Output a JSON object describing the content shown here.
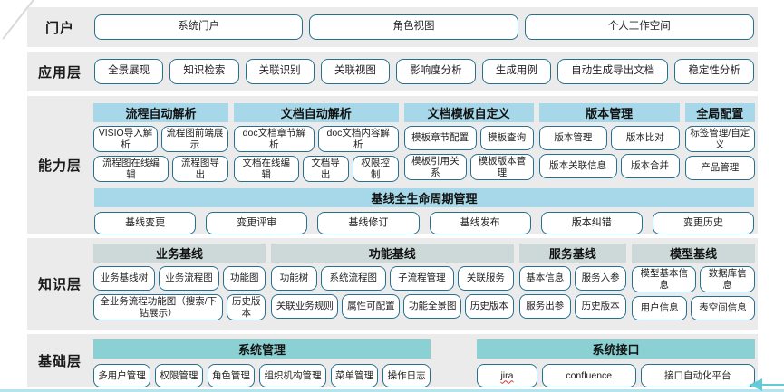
{
  "colors": {
    "band_bg": "#ebebeb",
    "button_border": "#26708f",
    "capability_header_bg": "#a6d8e9",
    "knowledge_header_bg": "#cdd9d9",
    "foundation_header_bg": "#8bd1d3",
    "bottom_line": "#b5e3ee",
    "arrow": "#62ccd6"
  },
  "decor": {
    "spellcheck_marked": "jira"
  },
  "layers": {
    "portal": {
      "label": "门户",
      "buttons": [
        "系统门户",
        "角色视图",
        "个人工作空间"
      ]
    },
    "application": {
      "label": "应用层",
      "buttons": [
        "全景展现",
        "知识检索",
        "关联识别",
        "关联视图",
        "影响度分析",
        "生成用例",
        "自动生成导出文档",
        "稳定性分析"
      ]
    },
    "capability": {
      "label": "能力层",
      "groups": [
        {
          "title": "流程自动解析",
          "rows": [
            [
              "VISIO导入解析",
              "流程图前端展示"
            ],
            [
              "流程图在线编辑",
              "流程图导出"
            ]
          ]
        },
        {
          "title": "文档自动解析",
          "rows": [
            [
              "doc文档章节解析",
              "doc文档内容解析"
            ],
            [
              "文档在线编辑",
              "文档导出",
              "权限控制"
            ]
          ]
        },
        {
          "title": "文档模板自定义",
          "rows": [
            [
              "模板章节配置",
              "模板查询"
            ],
            [
              "模板引用关系",
              "模板版本管理"
            ]
          ]
        },
        {
          "title": "版本管理",
          "rows": [
            [
              "版本管理",
              "版本比对"
            ],
            [
              "版本关联信息",
              "版本合并"
            ]
          ]
        },
        {
          "title": "全局配置",
          "rows": [
            [
              "标签管理/自定义"
            ],
            [
              "产品管理"
            ]
          ]
        }
      ],
      "baseline": {
        "title": "基线全生命周期管理",
        "buttons": [
          "基线变更",
          "变更评审",
          "基线修订",
          "基线发布",
          "版本纠错",
          "变更历史"
        ]
      }
    },
    "knowledge": {
      "label": "知识层",
      "groups": [
        {
          "title": "业务基线",
          "rows": [
            [
              "业务基线树",
              "业务流程图",
              "功能图"
            ],
            [
              "全业务流程功能图（搜索/下钻展示）",
              "历史版本"
            ]
          ]
        },
        {
          "title": "功能基线",
          "rows": [
            [
              "功能树",
              "系统流程图",
              "子流程管理",
              "关联服务"
            ],
            [
              "关联业务规则",
              "属性可配置",
              "功能全景图",
              "历史版本"
            ]
          ]
        },
        {
          "title": "服务基线",
          "rows": [
            [
              "基本信息",
              "服务入参"
            ],
            [
              "服务出参",
              "历史版本"
            ]
          ]
        },
        {
          "title": "模型基线",
          "rows": [
            [
              "模型基本信息",
              "数据库信息"
            ],
            [
              "用户信息",
              "表空间信息"
            ]
          ]
        }
      ]
    },
    "foundation": {
      "label": "基础层",
      "groups": [
        {
          "title": "系统管理",
          "rows": [
            [
              "多用户管理",
              "权限管理",
              "角色管理",
              "组织机构管理",
              "菜单管理",
              "操作日志"
            ]
          ]
        },
        {
          "title": "系统接口",
          "rows": [
            [
              "jira",
              "confluence",
              "接口自动化平台"
            ]
          ]
        }
      ]
    }
  }
}
